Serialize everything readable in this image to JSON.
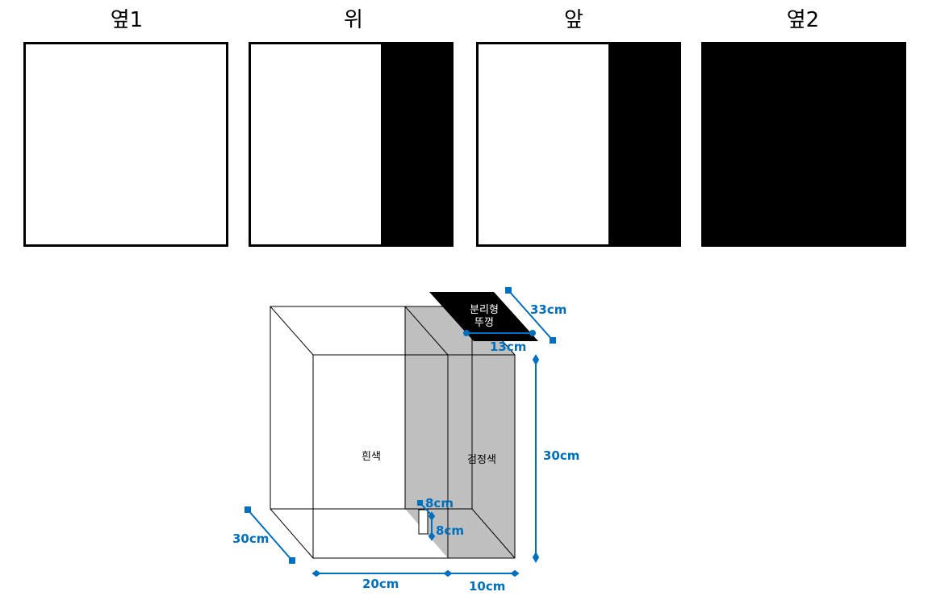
{
  "views": [
    {
      "title": "옆1",
      "dark_fraction": 0
    },
    {
      "title": "위",
      "dark_fraction": 0.35
    },
    {
      "title": "앞",
      "dark_fraction": 0.35
    },
    {
      "title": "옆2",
      "dark_fraction": 1
    }
  ],
  "box_labels": {
    "white": "흰색",
    "black": "검정색",
    "lid_line1": "분리형",
    "lid_line2": "뚜껑"
  },
  "dimensions": {
    "lid_diag": "33cm",
    "lid_width": "13cm",
    "height": "30cm",
    "depth": "30cm",
    "width_white": "20cm",
    "width_black": "10cm",
    "hole_w": "8cm",
    "hole_h": "8cm"
  },
  "colors": {
    "dimension": "#0070c0",
    "black_section": "#bfbfbf",
    "lid": "#000000"
  }
}
